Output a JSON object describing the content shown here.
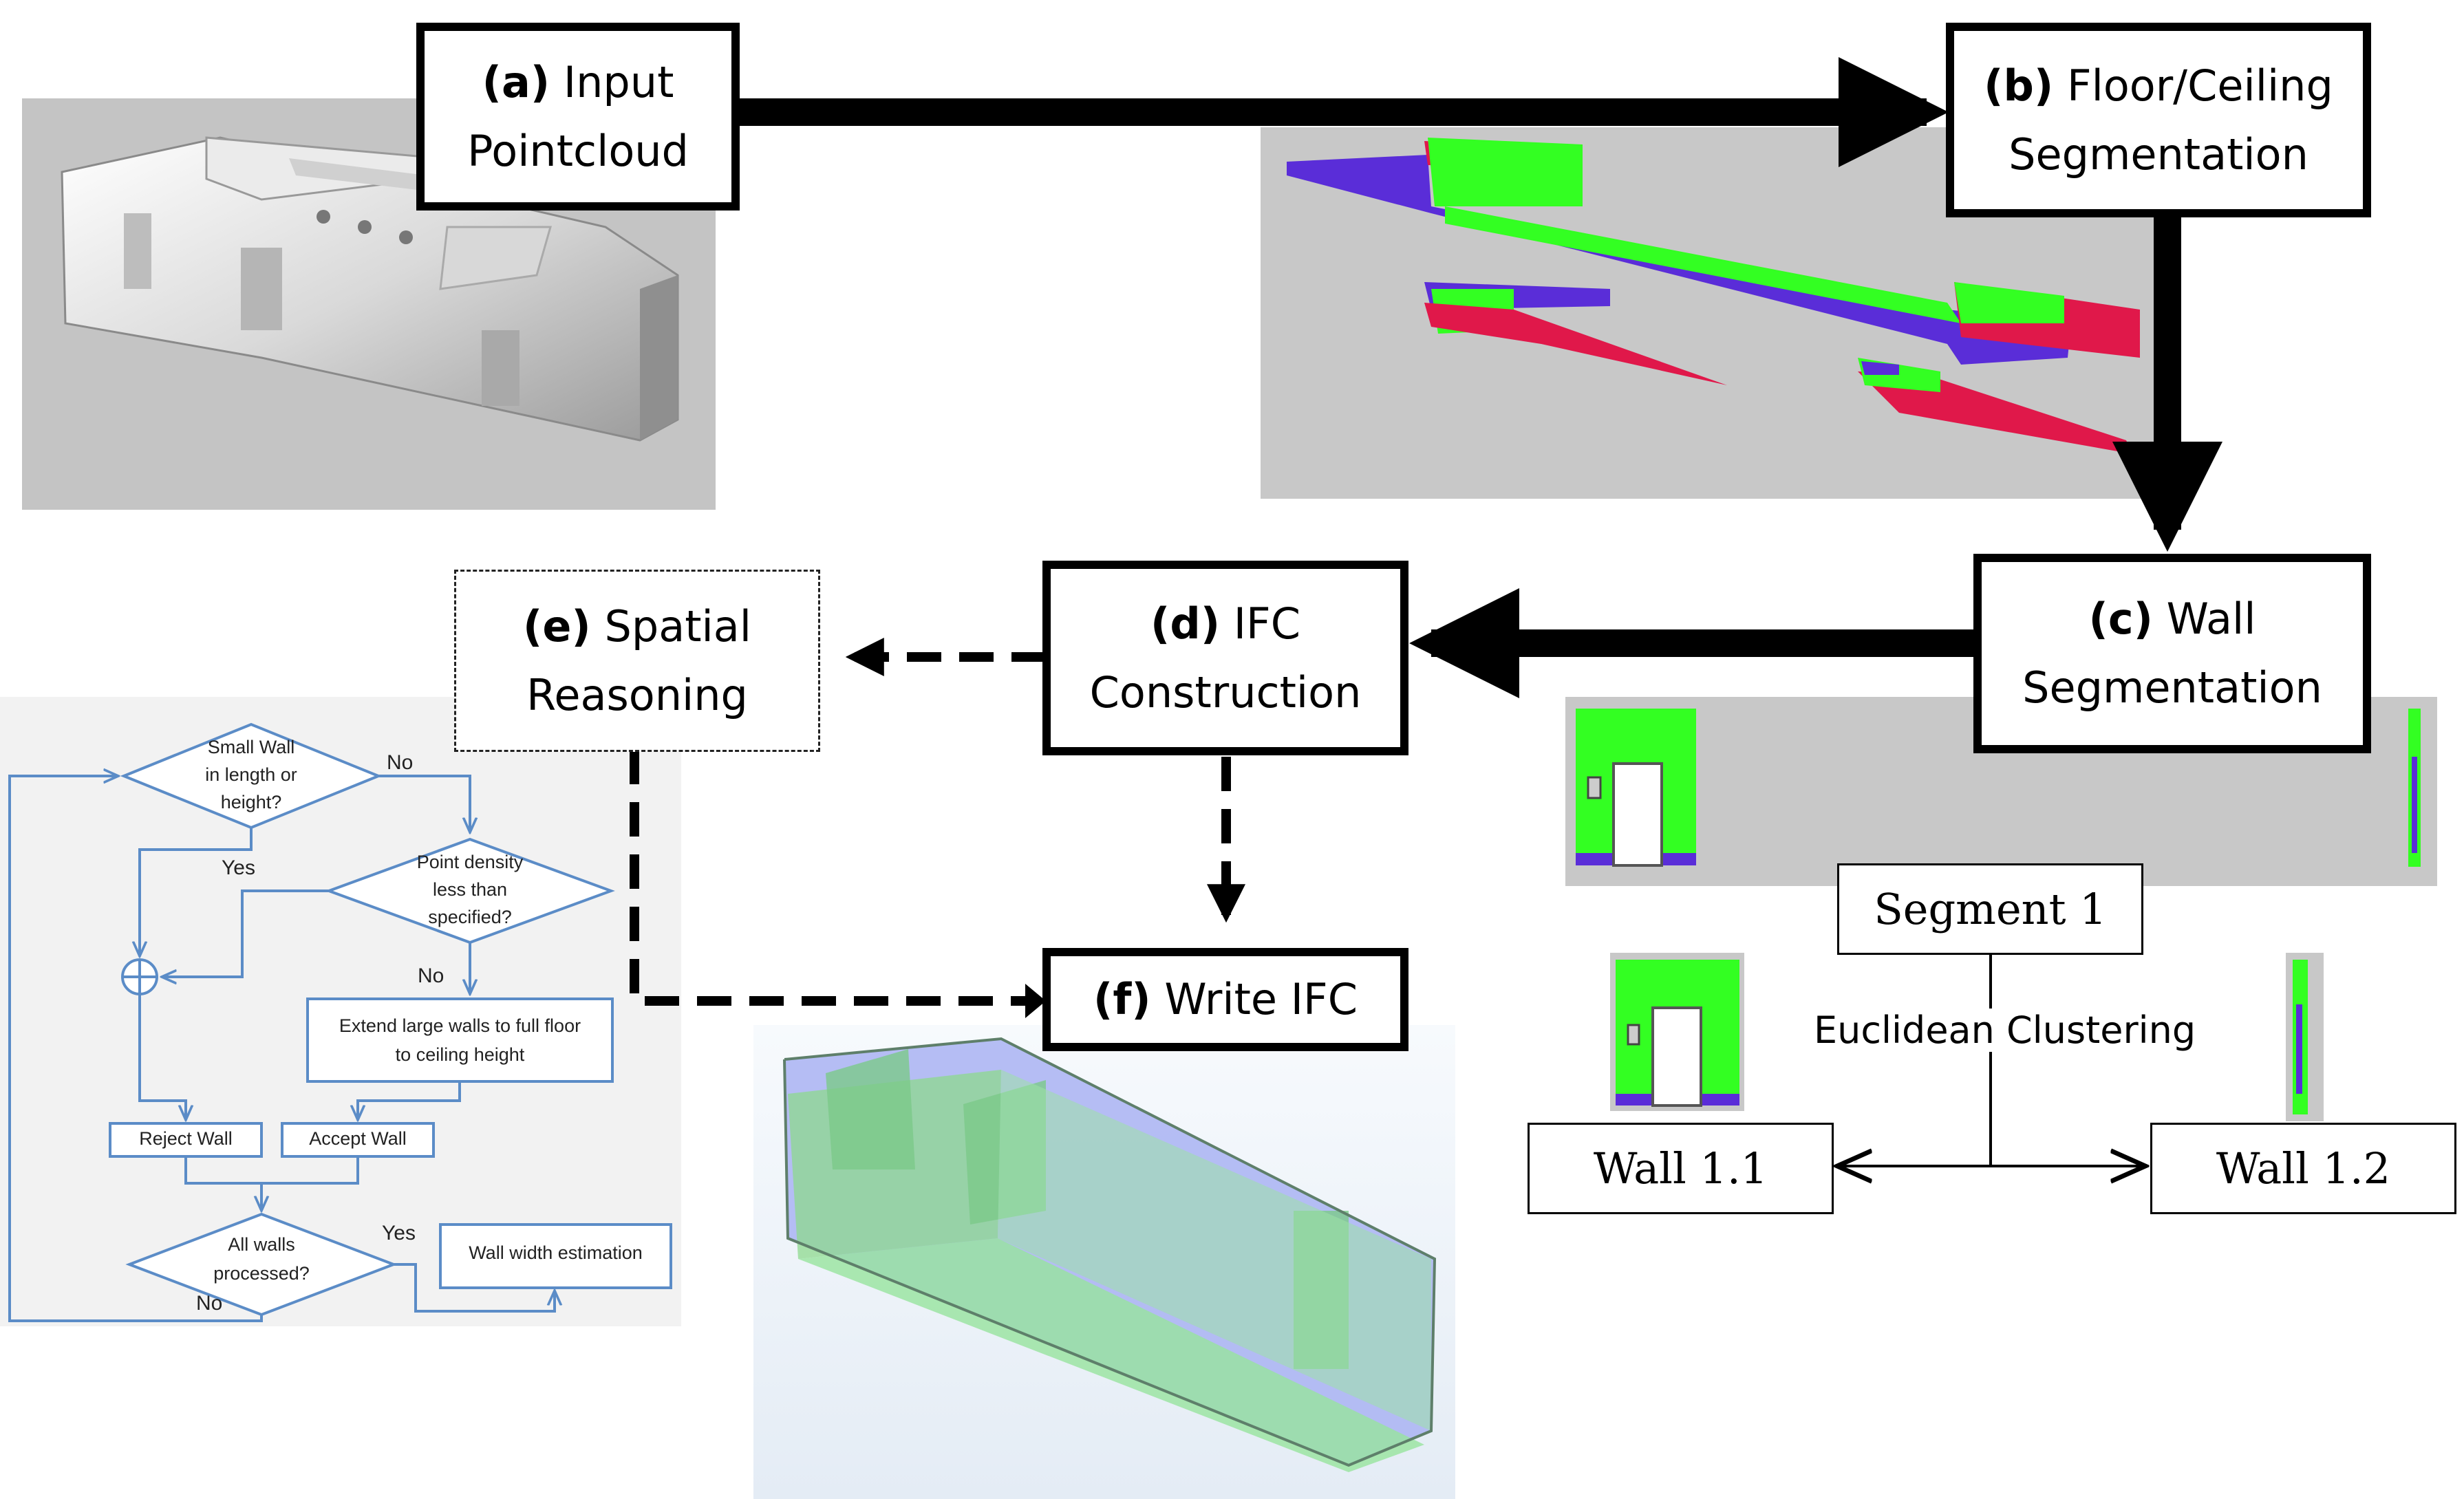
{
  "steps": {
    "a": {
      "tag": "(a)",
      "line1": "Input",
      "line2": "Pointcloud"
    },
    "b": {
      "tag": "(b)",
      "line1": "Floor/Ceiling",
      "line2": "Segmentation"
    },
    "c": {
      "tag": "(c)",
      "line1": "Wall",
      "line2": "Segmentation"
    },
    "d": {
      "tag": "(d)",
      "line1": "IFC",
      "line2": "Construction"
    },
    "e": {
      "tag": "(e)",
      "line1": "Spatial",
      "line2": "Reasoning"
    },
    "f": {
      "tag": "(f)",
      "line1": "Write IFC"
    }
  },
  "segmentation": {
    "segment": "Segment 1",
    "method": "Euclidean Clustering",
    "wall_a": "Wall 1.1",
    "wall_b": "Wall 1.2"
  },
  "flowchart": {
    "q1": [
      "Small Wall",
      "in length or",
      "height?"
    ],
    "q2": [
      "Point density",
      "less than",
      "specified?"
    ],
    "extend": [
      "Extend large walls to full floor",
      "to ceiling height"
    ],
    "reject": "Reject Wall",
    "accept": "Accept Wall",
    "q3": [
      "All walls",
      "processed?"
    ],
    "width": "Wall width estimation",
    "no": "No",
    "yes": "Yes"
  },
  "colors": {
    "floor": "#33ff22",
    "ceiling": "#e0184a",
    "wall_face": "#5a2dd8",
    "flow_line": "#5b8cc7",
    "panel_gray": "#c8c8c8"
  }
}
